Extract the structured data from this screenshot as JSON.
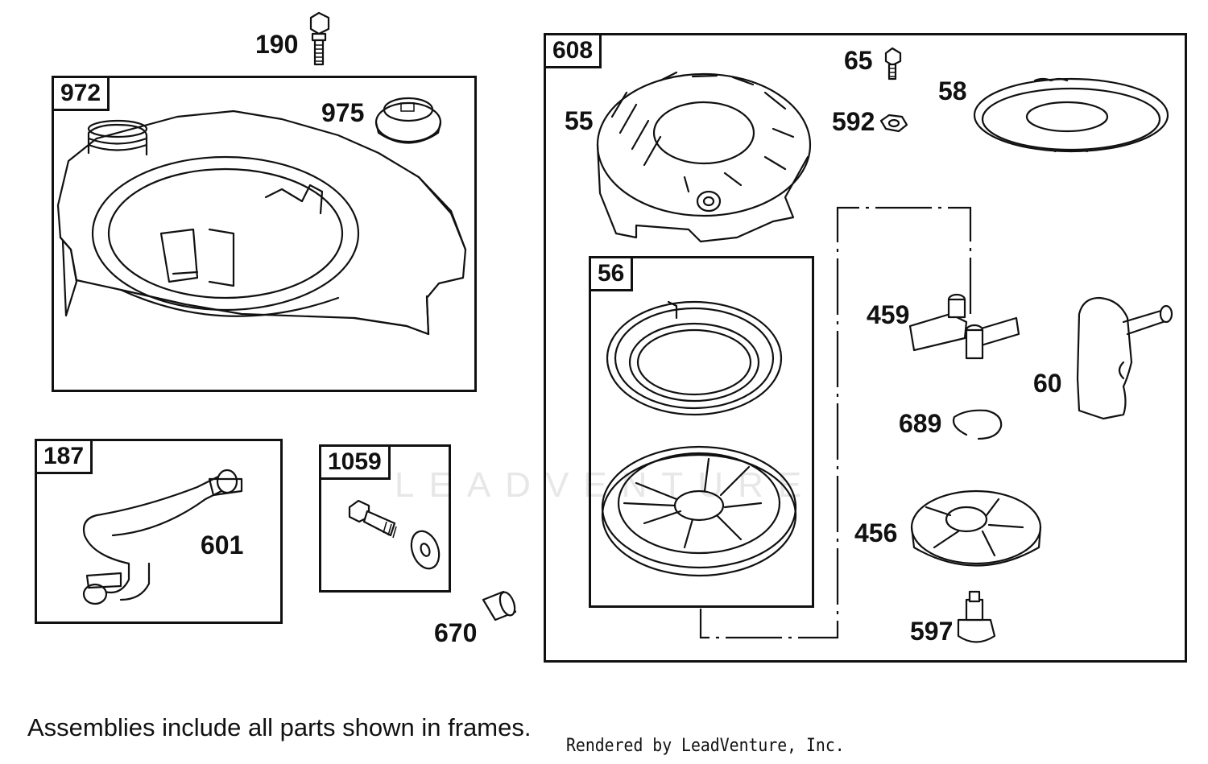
{
  "frames": {
    "f972": "972",
    "f608": "608",
    "f56": "56",
    "f187": "187",
    "f1059": "1059"
  },
  "parts": {
    "p190": "190",
    "p975": "975",
    "p65": "65",
    "p58": "58",
    "p55": "55",
    "p592": "592",
    "p459": "459",
    "p60": "60",
    "p689": "689",
    "p456": "456",
    "p597": "597",
    "p601": "601",
    "p670": "670"
  },
  "footer": {
    "note": "Assemblies include all parts shown in frames.",
    "credit": "Rendered by LeadVenture, Inc."
  },
  "watermark": "LEADVENTURE"
}
